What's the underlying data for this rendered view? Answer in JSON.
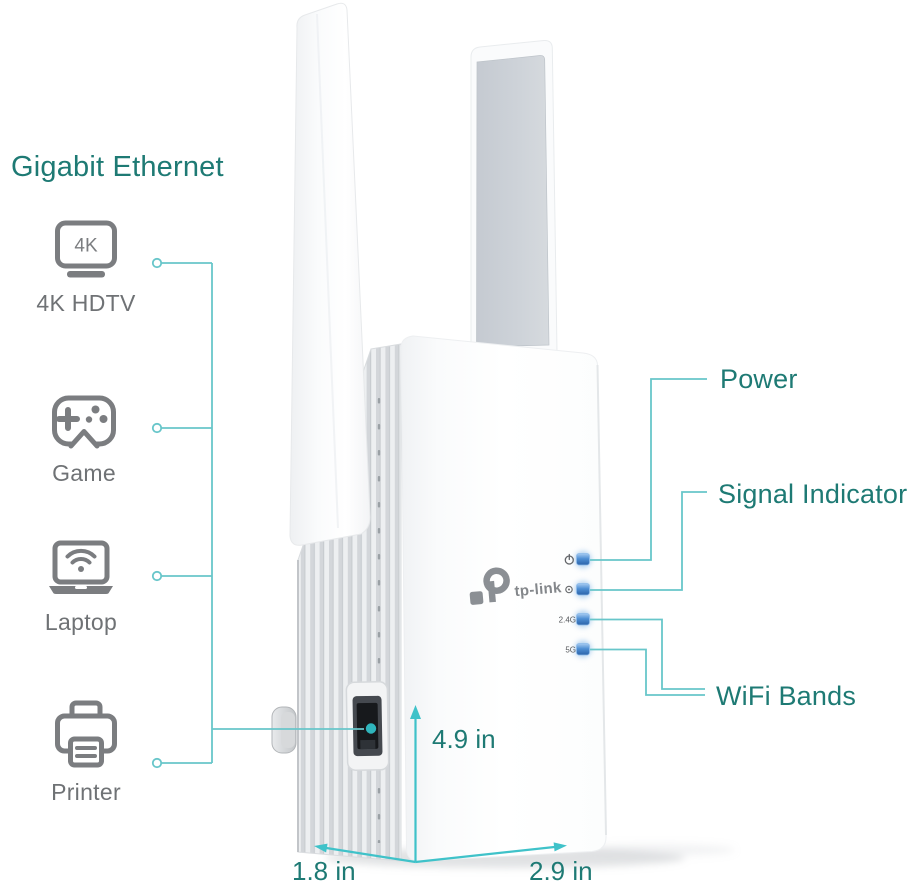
{
  "heading": {
    "title": "Gigabit Ethernet"
  },
  "connected_devices": {
    "items": [
      {
        "label": "4K HDTV",
        "icon": "tv-4k-icon",
        "badge": "4K"
      },
      {
        "label": "Game",
        "icon": "gamepad-icon"
      },
      {
        "label": "Laptop",
        "icon": "laptop-icon"
      },
      {
        "label": "Printer",
        "icon": "printer-icon"
      }
    ]
  },
  "callouts": {
    "power": "Power",
    "signal": "Signal Indicator",
    "wifi_bands": "WiFi Bands"
  },
  "dimensions": {
    "height": "4.9 in",
    "depth": "1.8 in",
    "width": "2.9 in"
  },
  "device": {
    "brand": "tp-link",
    "leds": [
      {
        "name": "power-led",
        "icon": "power-icon",
        "label": ""
      },
      {
        "name": "signal-led",
        "icon": "signal-icon",
        "label": ""
      },
      {
        "name": "band-2-4g-led",
        "label": "2.4G"
      },
      {
        "name": "band-5g-led",
        "label": "5G"
      }
    ]
  },
  "colors": {
    "teal_text": "#1E7A74",
    "connector_line": "#68C6CA",
    "dimension_line": "#3FC2C9",
    "icon_gray": "#7B7D80",
    "led_blue": "#3D7FC6"
  }
}
